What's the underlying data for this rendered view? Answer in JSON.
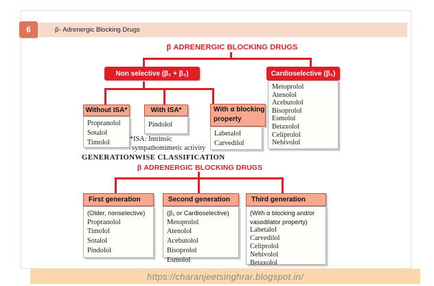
{
  "page": {
    "slide_number": "6",
    "header_title": "β- Adrenergic Blocking Drugs",
    "footer_url": "https://charanjeetsinghrar.blogspot.in/"
  },
  "colors": {
    "accent_red": "#e21d24",
    "salmon": "#f7a88d",
    "header_bar": "#f8dacc",
    "badge": "#df745b",
    "footer_bar": "#fbd7ac"
  },
  "diagram1": {
    "title": "β ADRENERGIC BLOCKING DRUGS",
    "nonselective_label": "Non selective (β₁ + β₂)",
    "cardioselective_label": "Cardioselective (β₁)",
    "cardioselective_drugs": [
      "Metoprolol",
      "Atenolol",
      "Acebutolol",
      "Bisoprolol",
      "Esmolol",
      "Betaxolol",
      "Celiprolol",
      "Nebivolol"
    ],
    "subgroups": [
      {
        "label": "Without ISA*",
        "drugs": [
          "Propranolol",
          "Sotalol",
          "Timolol"
        ]
      },
      {
        "label": "With ISA*",
        "drugs": [
          "Pindolol"
        ]
      },
      {
        "label": "With α blocking property",
        "drugs": [
          "Labetalol",
          "Carvedilol"
        ]
      }
    ],
    "isa_note": [
      "*ISA: Intrinsic",
      "sympathomimetic activity"
    ]
  },
  "section2_heading": "GENERATIONWISE CLASSIFICATION",
  "diagram2": {
    "title": "β ADRENERGIC BLOCKING DRUGS",
    "generations": [
      {
        "label": "First generation",
        "note": "(Older, nonselective)",
        "drugs": [
          "Propranolol",
          "Timolol",
          "Sotalol",
          "Pindolol"
        ]
      },
      {
        "label": "Second generation",
        "note": "(β₁ or Cardioselective)",
        "drugs": [
          "Metoprolol",
          "Atenolol",
          "Acebutolol",
          "Bisoprolol",
          "Esmolol"
        ]
      },
      {
        "label": "Third generation",
        "note": "(With α blocking and/or vasodilator property)",
        "drugs": [
          "Labetalol",
          "Carvedilol",
          "Celiprolol",
          "Nebivolol",
          "Betaxolol"
        ]
      }
    ]
  }
}
